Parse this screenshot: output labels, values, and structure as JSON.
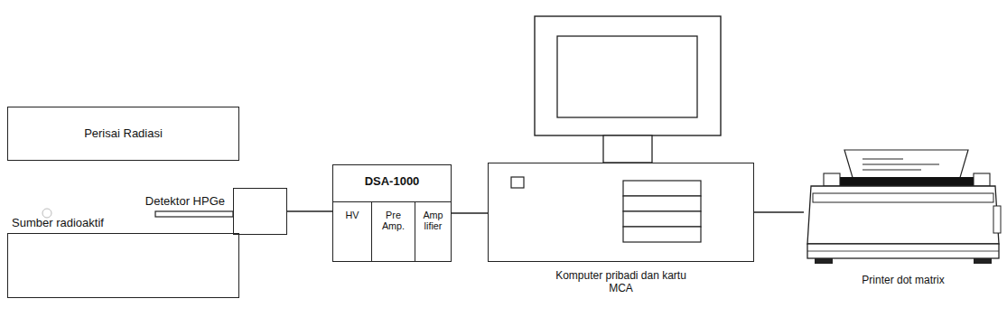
{
  "diagram": {
    "nodes": [
      {
        "text": [
          "Perisai Radiasi"
        ]
      },
      {
        "text": [
          "Detektor HPGe"
        ]
      },
      {
        "text": [
          "Sumber radioaktif"
        ]
      },
      {
        "text": [
          "DSA-1000"
        ]
      },
      {
        "text": [
          "HV"
        ],
        "in": 3
      },
      {
        "text": [
          "Pre Amp."
        ],
        "in": 3
      },
      {
        "text": [
          "Amp lifier"
        ],
        "in": 3
      },
      {
        "text": [
          "Komputer pribadi dan kartu MCA"
        ]
      },
      {
        "text": [
          "Printer dot matrix"
        ]
      }
    ],
    "edges": [
      {
        "from": 1,
        "to": 3,
        "arrow": "none"
      },
      {
        "from": 3,
        "to": 7,
        "arrow": "none"
      },
      {
        "from": 7,
        "to": 8,
        "arrow": "none"
      }
    ]
  }
}
